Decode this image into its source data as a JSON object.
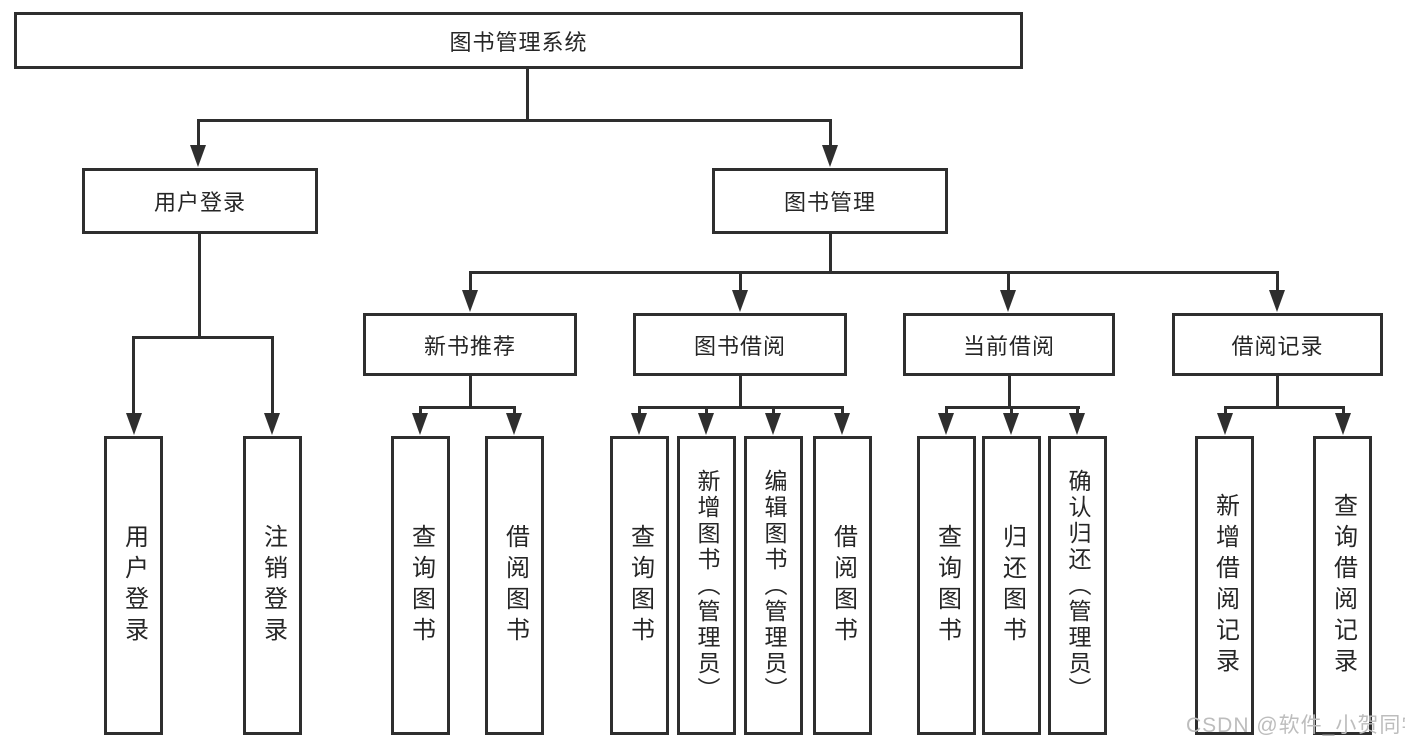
{
  "diagram": {
    "root": {
      "label": "图书管理系统"
    },
    "level2": [
      {
        "label": "用户登录"
      },
      {
        "label": "图书管理"
      }
    ],
    "level3": [
      {
        "label": "新书推荐"
      },
      {
        "label": "图书借阅"
      },
      {
        "label": "当前借阅"
      },
      {
        "label": "借阅记录"
      }
    ],
    "leaves": {
      "user_login": [
        {
          "label": "用户登录"
        },
        {
          "label": "注销登录"
        }
      ],
      "new_book_recommend": [
        {
          "label": "查询图书"
        },
        {
          "label": "借阅图书"
        }
      ],
      "book_borrowing": [
        {
          "label": "查询图书"
        },
        {
          "label": "新增图书（管理员）"
        },
        {
          "label": "编辑图书（管理员）"
        },
        {
          "label": "借阅图书"
        }
      ],
      "current_borrowing": [
        {
          "label": "查询图书"
        },
        {
          "label": "归还图书"
        },
        {
          "label": "确认归还（管理员）"
        }
      ],
      "borrowing_records": [
        {
          "label": "新增借阅记录"
        },
        {
          "label": "查询借阅记录"
        }
      ]
    },
    "watermark": {
      "text": "CSDN @软件_小贺同学"
    },
    "colors": {
      "line": "#2e2e2e",
      "text": "#262626",
      "watermark": "#bdbdbd",
      "background": "#ffffff"
    }
  }
}
